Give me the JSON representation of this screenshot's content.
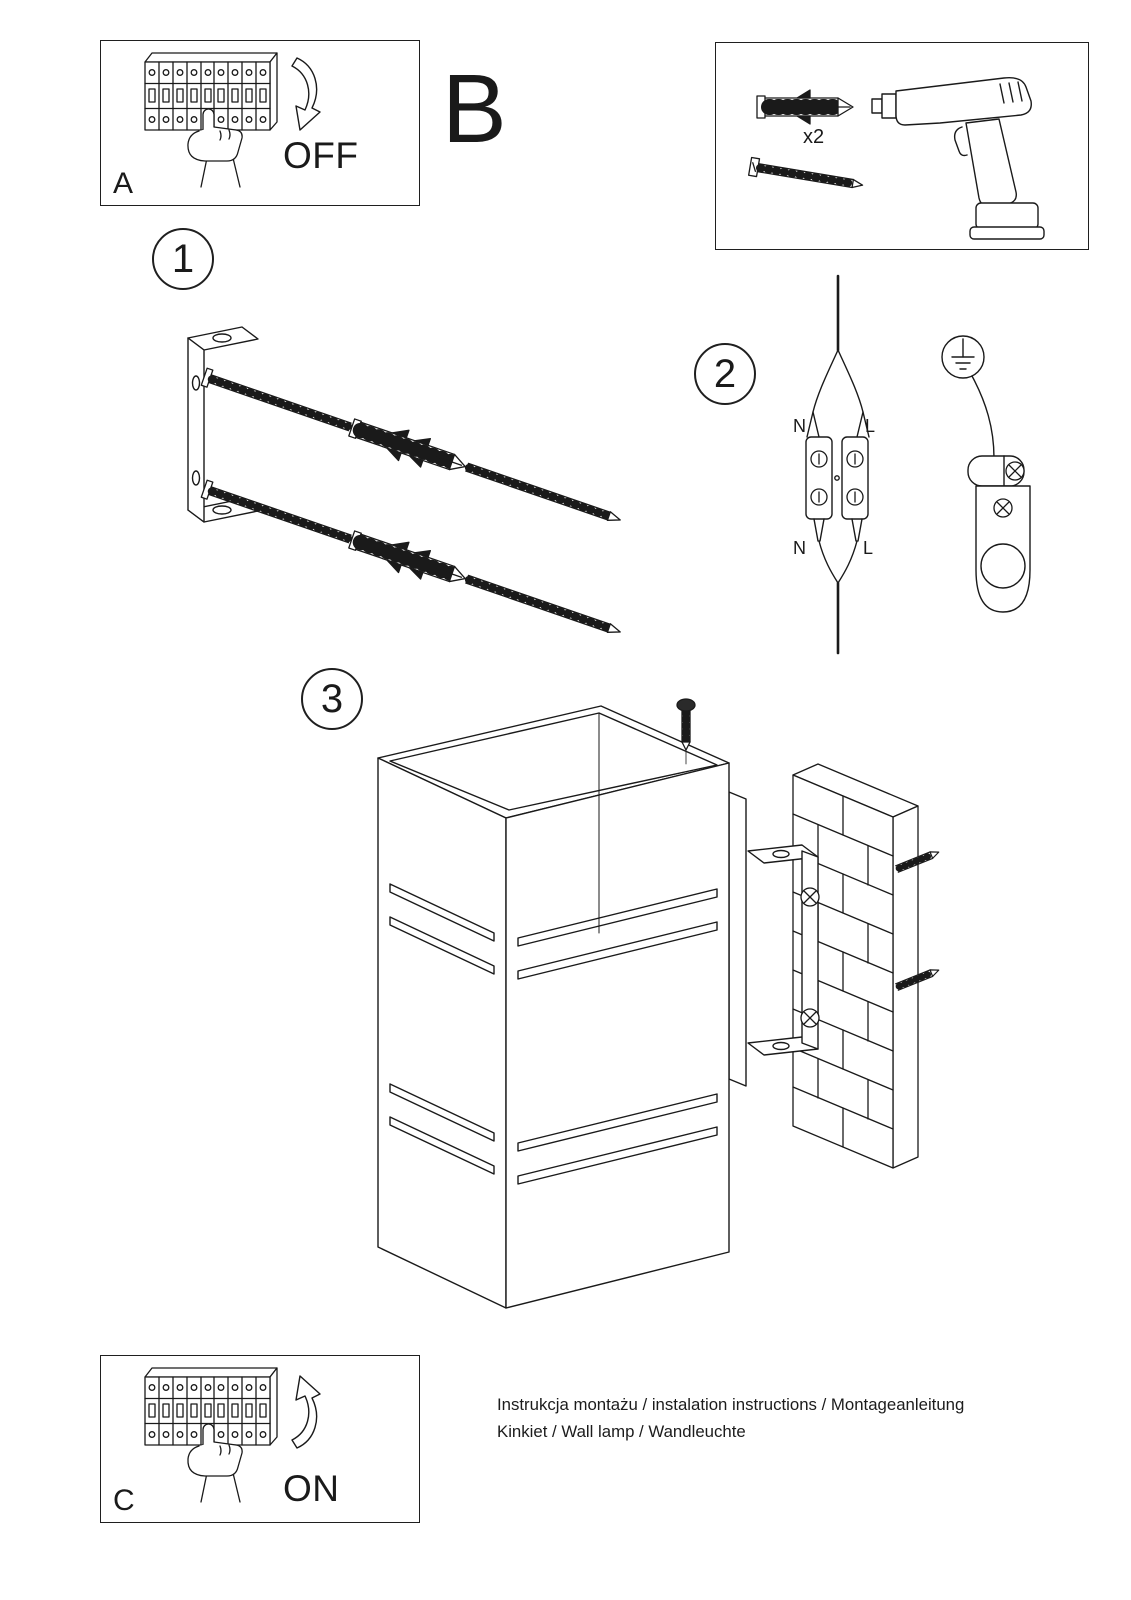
{
  "colors": {
    "ink": "#1a1a1a",
    "paper": "#ffffff"
  },
  "panel_a": {
    "label": "A",
    "action": "OFF"
  },
  "section_label": "B",
  "tools_panel": {
    "anchor_quantity": "x2"
  },
  "steps": [
    {
      "number": "1"
    },
    {
      "number": "2"
    },
    {
      "number": "3"
    }
  ],
  "wiring": {
    "top_left": "N",
    "top_right": "L",
    "bottom_left": "N",
    "bottom_right": "L"
  },
  "panel_c": {
    "label": "C",
    "action": "ON"
  },
  "footer": {
    "line1": "Instrukcja montażu / instalation instructions / Montageanleitung",
    "line2": "Kinkiet / Wall lamp / Wandleuchte"
  }
}
